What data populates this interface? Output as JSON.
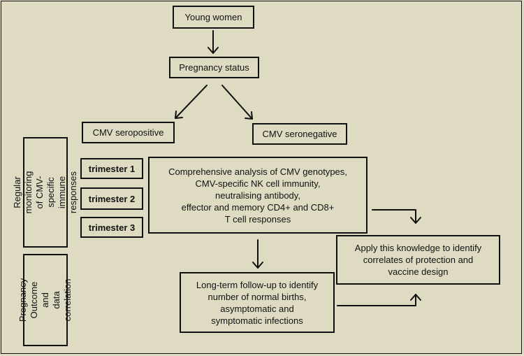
{
  "nodes": {
    "young_women": "Young women",
    "pregnancy_status": "Pregnancy status",
    "cmv_seropositive": "CMV seropositive",
    "cmv_seronegative": "CMV seronegative",
    "trimester_1": "trimester 1",
    "trimester_2": "trimester 2",
    "trimester_3": "trimester 3",
    "comprehensive_analysis": "Comprehensive analysis of  CMV genotypes,\nCMV-specific NK cell immunity,\nneutralising antibody,\neffector and memory CD4+ and CD8+\nT cell responses",
    "apply_knowledge": "Apply this knowledge to identify\ncorrelates of protection and\nvaccine design",
    "long_term_followup": "Long-term follow-up to identify\nnumber of normal births,\nasymptomatic  and\nsymptomatic infections"
  },
  "side_labels": {
    "regular_monitoring": "Regular monitoring\nof CMV-specific\nimmune responses",
    "pregnancy_outcome": "Pregnancy\nOutcome and\ndata correlation"
  },
  "colors": {
    "background": "#dedbc2",
    "stroke": "#111111"
  }
}
